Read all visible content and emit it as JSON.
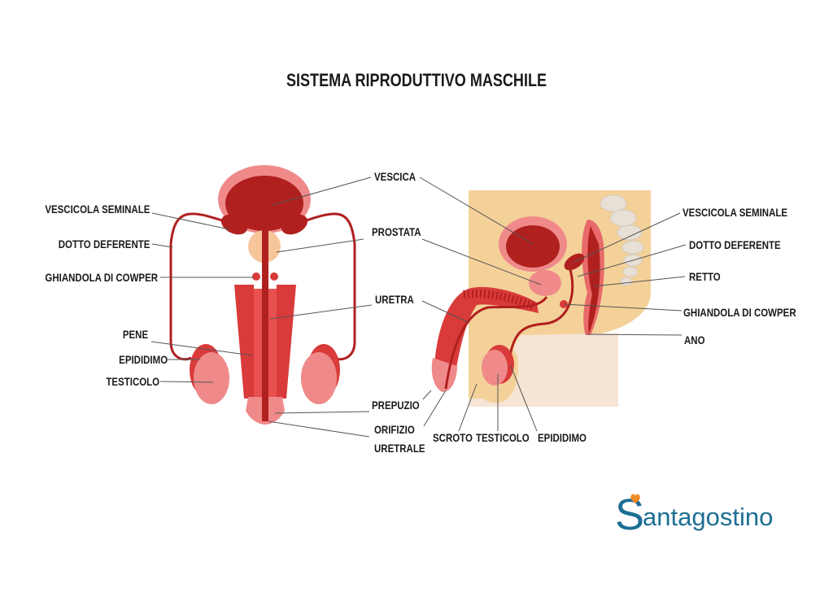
{
  "title": "SISTEMA RIPRODUTTIVO MASCHILE",
  "front_labels": {
    "vescicola_seminale": "VESCICOLA SEMINALE",
    "dotto_deferente": "DOTTO DEFERENTE",
    "ghiandola_cowper": "GHIANDOLA DI COWPER",
    "pene": "PENE",
    "epididimo": "EPIDIDIMO",
    "testicolo": "TESTICOLO"
  },
  "center_labels": {
    "vescica": "VESCICA",
    "prostata": "PROSTATA",
    "uretra": "URETRA",
    "prepuzio": "PREPUZIO",
    "orifizio_uretrale_1": "ORIFIZIO",
    "orifizio_uretrale_2": "URETRALE"
  },
  "side_labels": {
    "vescicola_seminale": "VESCICOLA SEMINALE",
    "dotto_deferente": "DOTTO DEFERENTE",
    "retto": "RETTO",
    "ghiandola_cowper": "GHIANDOLA DI COWPER",
    "ano": "ANO",
    "scroto": "SCROTO",
    "testicolo": "TESTICOLO",
    "epididimo": "EPIDIDIMO"
  },
  "logo": {
    "first_letter": "S",
    "rest": "antagostino",
    "color": "#1d6e93",
    "accent": "#f08a24"
  },
  "colors": {
    "dark_red": "#b0201f",
    "mid_red": "#d93a3a",
    "pink": "#f08a8a",
    "light_pink": "#f6b8b0",
    "skin": "#f4d199",
    "skin_light": "#f6e4d4",
    "bone": "#e8e0d6"
  }
}
